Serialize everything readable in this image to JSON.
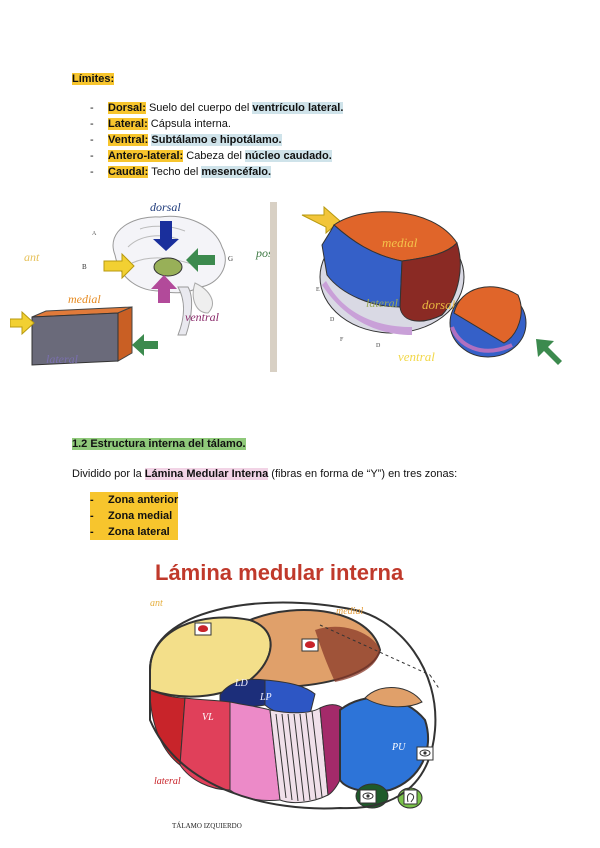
{
  "limites": {
    "heading": "Límites:",
    "items": [
      {
        "term": "Dorsal:",
        "text": " Suelo del cuerpo del ",
        "strong": "ventrículo lateral.",
        "tail": ""
      },
      {
        "term": "Lateral:",
        "text": " Cápsula interna.",
        "strong": "",
        "tail": ""
      },
      {
        "term": "Ventral:",
        "text": " ",
        "strong": "Subtálamo e hipotálamo.",
        "tail": ""
      },
      {
        "term": "Antero-lateral:",
        "text": " Cabeza del ",
        "strong": "núcleo caudado.",
        "tail": ""
      },
      {
        "term": "Caudal:",
        "text": " Techo del ",
        "strong": "mesencéfalo.",
        "tail": ""
      }
    ]
  },
  "figure1": {
    "left_labels": {
      "dorsal": "dorsal",
      "ant": "ant",
      "medial": "medial",
      "ventral": "ventral",
      "lateral": "lateral",
      "post": "post"
    },
    "right_labels": {
      "medial": "medial",
      "lateral": "lateral",
      "dorsal": "dorsal",
      "ventral": "ventral"
    }
  },
  "section2": {
    "heading": "1.2 Estructura interna del tálamo.",
    "intro_pre": "Dividido por la ",
    "intro_strong": "Lámina Medular Interna",
    "intro_post": " (fibras en forma de “Y”)  en tres zonas:",
    "zones": [
      "Zona anterior",
      "Zona medial",
      "Zona lateral"
    ]
  },
  "figure2": {
    "title": "Lámina medular interna",
    "labels": {
      "ant": "ant",
      "medial": "medial",
      "lateral": "lateral",
      "LD": "LD",
      "LP": "LP",
      "VL": "VL",
      "PU": "PU",
      "caption": "TÁLAMO IZQUIERDO"
    }
  },
  "colors": {
    "highlight_yellow": "#f7c52d",
    "highlight_blue": "#cfe3ea",
    "highlight_green": "#8fc97a",
    "highlight_pink": "#f2d4e6",
    "title_red": "#c0392b"
  }
}
